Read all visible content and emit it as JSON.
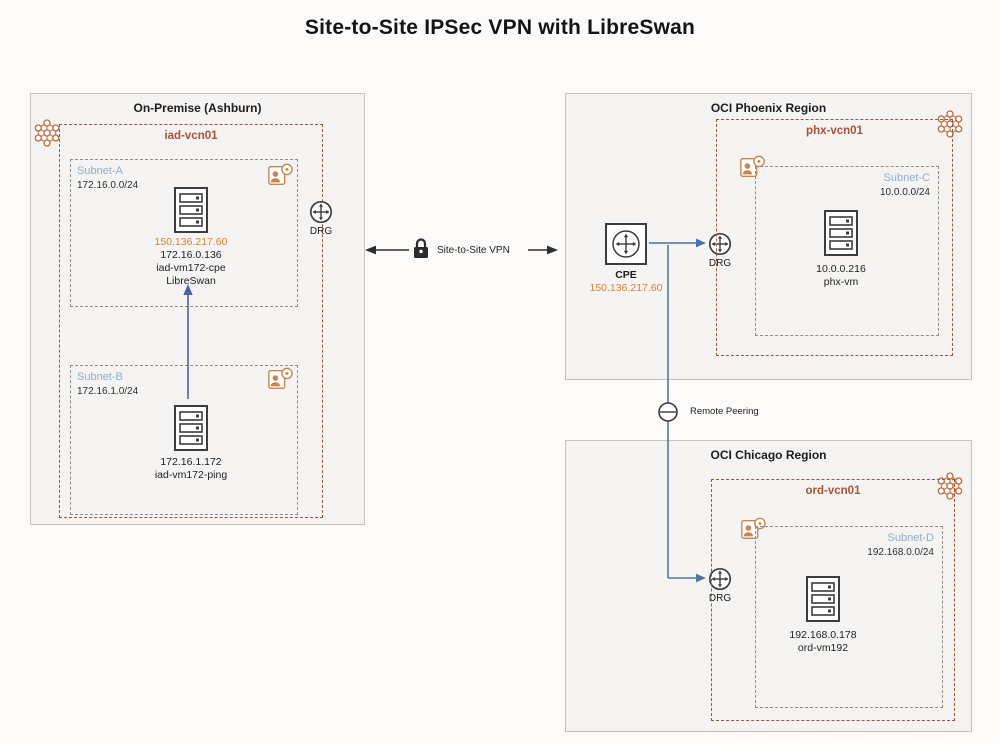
{
  "title": "Site-to-Site IPSec VPN with LibreSwan",
  "colors": {
    "vcn_border": "#a5523a",
    "subnet_label_blue": "#8aafc9",
    "public_ip_orange": "#d9822b",
    "icon_orange": "#c9854f",
    "connector_blue": "#4a72a8",
    "region_fill": "#f5f4f2"
  },
  "icons": {
    "server": "server-icon",
    "drg": "drg-gateway-icon",
    "cpe": "cpe-router-icon",
    "vpn_lock": "lock-icon",
    "security_list": "security-list-icon",
    "network_cluster": "network-cluster-icon",
    "remote_peering_node": "remote-peering-node-icon"
  },
  "onprem": {
    "title": "On-Premise (Ashburn)",
    "vcn_label": "iad-vcn01",
    "drg_label": "DRG",
    "subnet_a": {
      "label": "Subnet-A",
      "cidr": "172.16.0.0/24",
      "public_ip": "150.136.217.60",
      "private_ip": "172.16.0.136",
      "hostname": "iad-vm172-cpe",
      "software": "LibreSwan"
    },
    "subnet_b": {
      "label": "Subnet-B",
      "cidr": "172.16.1.0/24",
      "private_ip": "172.16.1.172",
      "hostname": "iad-vm172-ping"
    }
  },
  "vpn_link": {
    "label": "Site-to-Site VPN"
  },
  "peering": {
    "label": "Remote Peering"
  },
  "phoenix": {
    "title": "OCI Phoenix Region",
    "vcn_label": "phx-vcn01",
    "drg_label": "DRG",
    "cpe": {
      "label": "CPE",
      "public_ip": "150.136.217.60"
    },
    "subnet_c": {
      "label": "Subnet-C",
      "cidr": "10.0.0.0/24",
      "private_ip": "10.0.0.216",
      "hostname": "phx-vm"
    }
  },
  "chicago": {
    "title": "OCI Chicago Region",
    "vcn_label": "ord-vcn01",
    "drg_label": "DRG",
    "subnet_d": {
      "label": "Subnet-D",
      "cidr": "192.168.0.0/24",
      "private_ip": "192.168.0.178",
      "hostname": "ord-vm192"
    }
  }
}
